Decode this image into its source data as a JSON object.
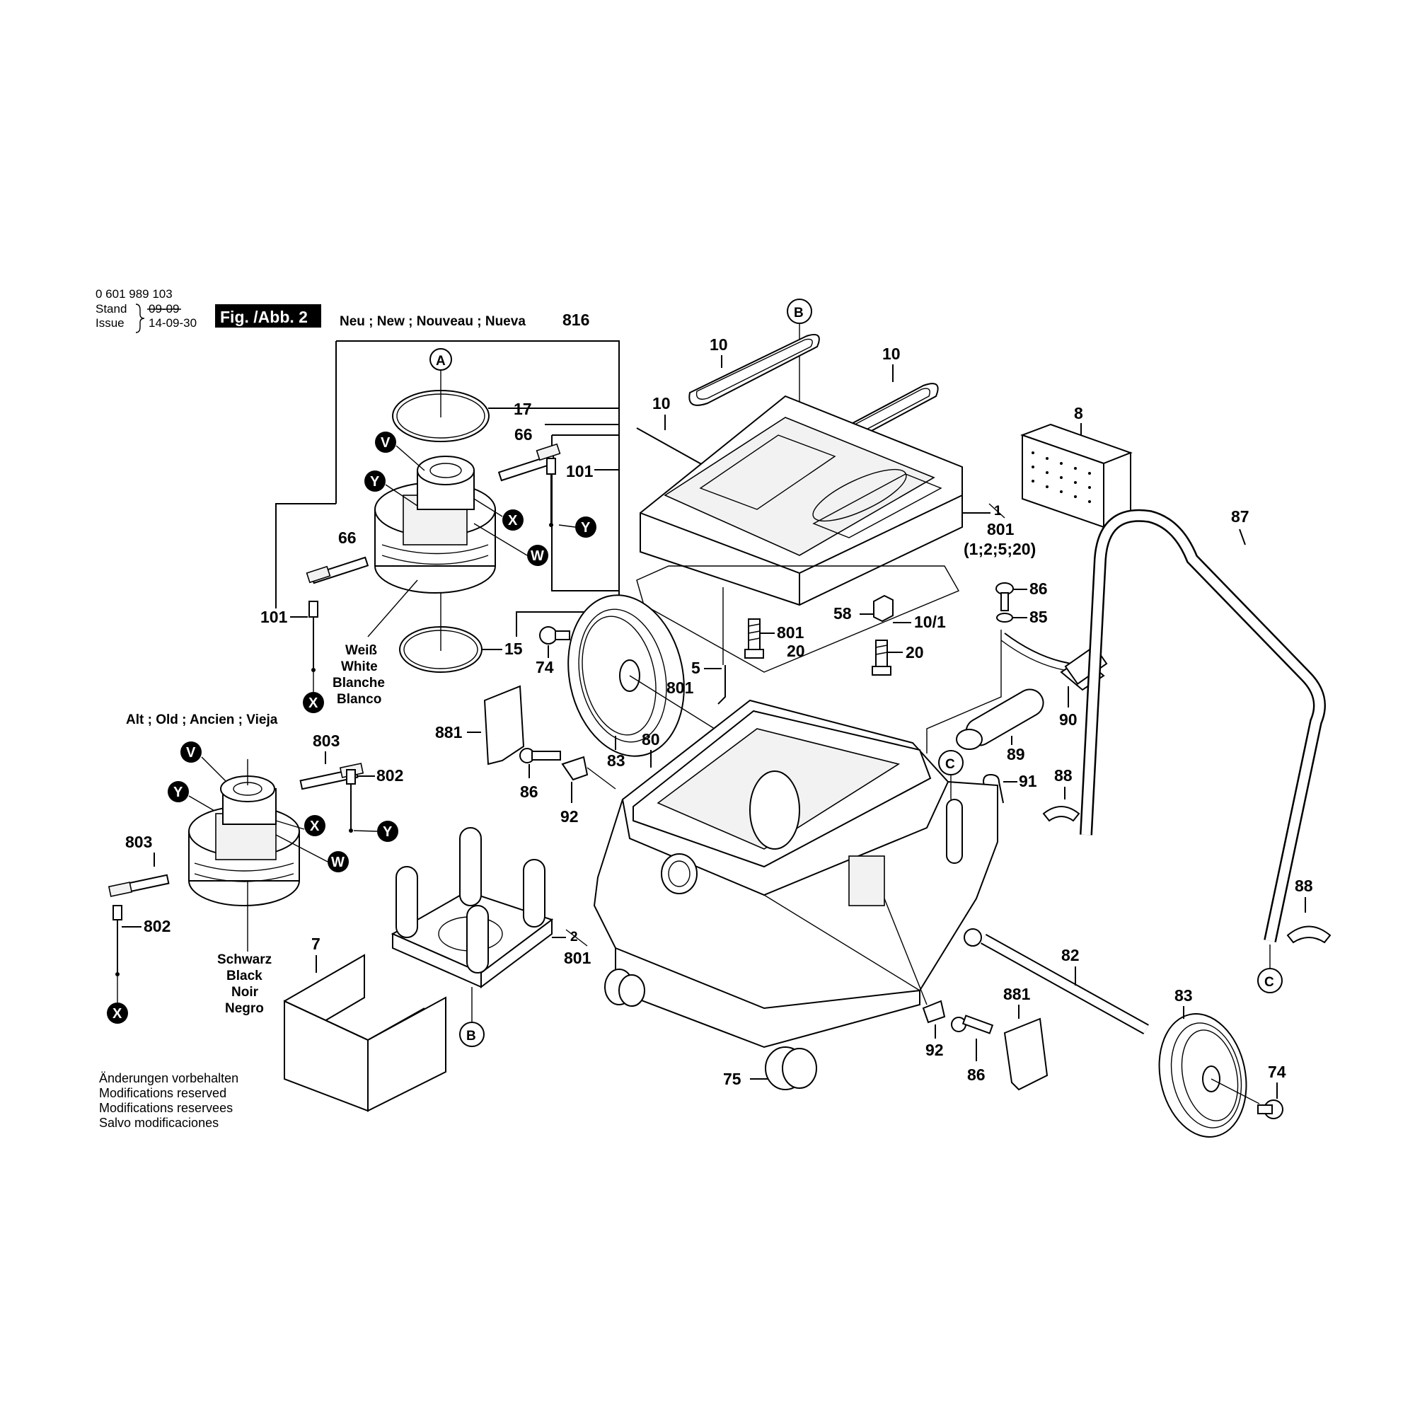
{
  "header": {
    "part_number": "0 601 989 103",
    "stand_label": "Stand",
    "issue_label": "Issue",
    "old_date": "09-09",
    "issue_date": "14-09-30",
    "figure_label": "Fig. /Abb. 2"
  },
  "sections": {
    "new_title": "Neu ; New ; Nouveau ; Nueva",
    "old_title": "Alt ; Old ; Ancien ; Vieja",
    "white_motor": [
      "Weiß",
      "White",
      "Blanche",
      "Blanco"
    ],
    "black_motor": [
      "Schwarz",
      "Black",
      "Noir",
      "Negro"
    ]
  },
  "callout_letters": {
    "A": "A",
    "B": "B",
    "C": "C",
    "V": "V",
    "W": "W",
    "X": "X",
    "Y": "Y"
  },
  "part_labels": {
    "p816": "816",
    "p17": "17",
    "p66": "66",
    "p101": "101",
    "p15": "15",
    "p803": "803",
    "p802": "802",
    "p7": "7",
    "p10": "10",
    "p8": "8",
    "p801": "801",
    "p801_note": "(1;2;5;20)",
    "p87": "87",
    "p86": "86",
    "p85": "85",
    "p58": "58",
    "p10_1": "10/1",
    "p20": "20",
    "p74": "74",
    "p5": "5",
    "p90": "90",
    "p881": "881",
    "p83": "83",
    "p80": "80",
    "p89": "89",
    "p91": "91",
    "p88": "88",
    "p92": "92",
    "p2": "2",
    "p82": "82",
    "p75": "75"
  },
  "footer_notes": [
    "Änderungen vorbehalten",
    "Modifications reserved",
    "Modifications reservees",
    "Salvo modificaciones"
  ]
}
